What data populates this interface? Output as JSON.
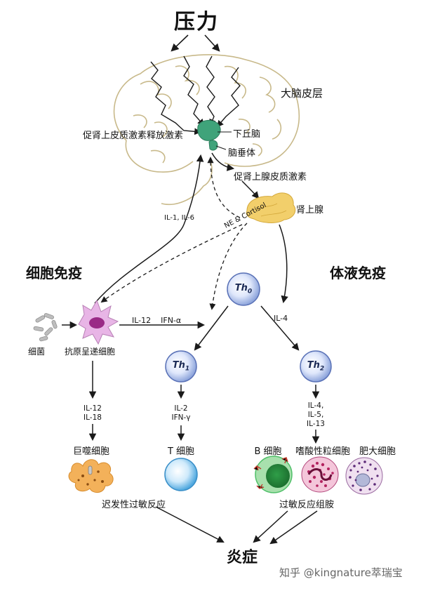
{
  "title": "压力",
  "labels": {
    "cortex": "大脑皮层",
    "crh": "促肾上皮质激素释放激素",
    "hypothalamus": "下丘脑",
    "pituitary": "脑垂体",
    "acth": "促肾上腺皮质激素",
    "adrenal": "肾上腺",
    "ne_cortisol": "NE & Cortisol",
    "il1_il6": "IL-1, IL-6",
    "cellular": "细胞免疫",
    "humoral": "体液免疫",
    "bacteria": "细菌",
    "apc": "抗原呈递细胞",
    "il12_ifna": "IL-12    IFN-α",
    "il4": "IL-4",
    "th0": "Th",
    "th0_sub": "0",
    "th1": "Th",
    "th1_sub": "1",
    "th2": "Th",
    "th2_sub": "2",
    "il12_il18": "IL-12\nIL-18",
    "il2_ifng": "IL-2\nIFN-γ",
    "il4_5_13": "IL-4,\nIL-5,\nIL-13",
    "macrophage": "巨噬细胞",
    "tcell": "T 细胞",
    "bcell": "B 细胞",
    "eosinophil": "嗜酸性粒细胞",
    "mastcell": "肥大细胞",
    "dth": "迟发性过敏反应",
    "allergy": "过敏反应组胺",
    "inflammation": "炎症"
  },
  "watermark": "知乎 @kingnature萃瑞宝",
  "colors": {
    "brain_outline": "#c8b98a",
    "hypothalamus": "#3fa37a",
    "adrenal": "#f2cf6b",
    "th_cell": "#b9c9ef",
    "t_cell": "#8cc9ef",
    "apc": "#e8b5e6",
    "macrophage": "#f3b15a",
    "b_cell": "#4fbf68",
    "eosinophil": "#a0205a",
    "mast_cell": "#f0e0f0"
  }
}
